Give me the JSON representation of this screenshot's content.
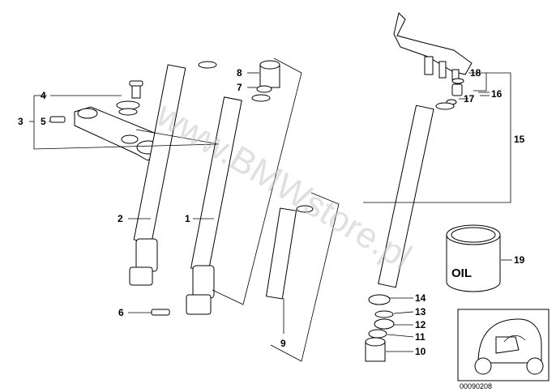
{
  "diagram": {
    "callouts": {
      "c1": "1",
      "c2": "2",
      "c3": "3",
      "c4": "4",
      "c5": "5",
      "c6": "6",
      "c7": "7",
      "c8": "8",
      "c9": "9",
      "c10": "10",
      "c11": "11",
      "c12": "12",
      "c13": "13",
      "c14": "14",
      "c15": "15",
      "c16": "16",
      "c17": "17",
      "c18": "18",
      "c19": "19"
    },
    "watermark": "www.BMWstore.pl",
    "oil_label": "OIL",
    "reference_code": "00090208"
  }
}
